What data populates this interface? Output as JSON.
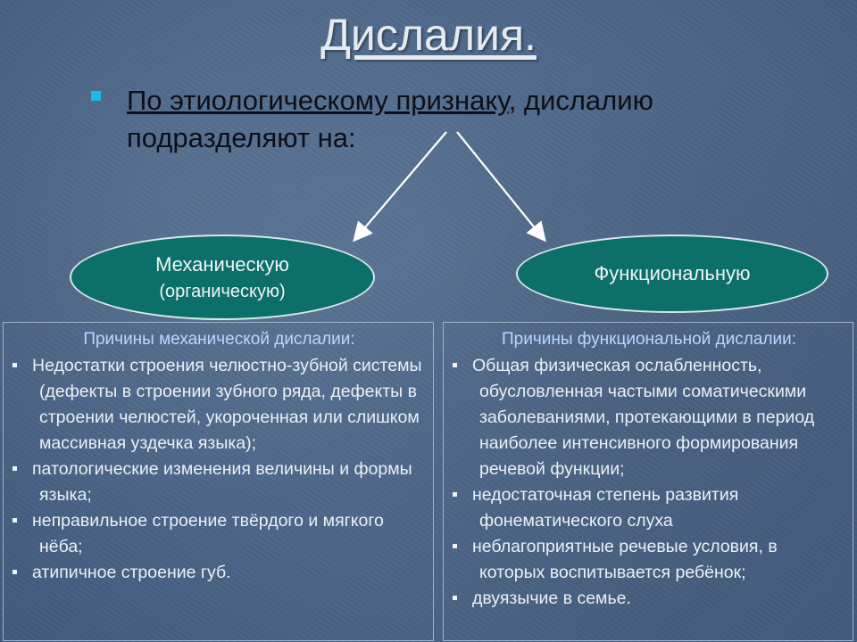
{
  "slide": {
    "title": "Дислалия.",
    "subtitle_underlined": "По этиологическому признаку",
    "subtitle_rest": ", дислалию",
    "subtitle_line2": "подразделяют на:"
  },
  "ellipses": {
    "left": {
      "main": "Механическую",
      "sub": "(органическую)"
    },
    "right": {
      "main": "Функциональную"
    }
  },
  "panels": {
    "left": {
      "title": "Причины механической дислалии:",
      "items": [
        "Недостатки строения челюстно-зубной системы (дефекты в строении зубного ряда, дефекты в строении челюстей, укороченная или слишком массивная уздечка языка);",
        "патологические изменения величины и формы языка;",
        "неправильное строение твёрдого и мягкого нёба;",
        "атипичное строение губ."
      ]
    },
    "right": {
      "title": "Причины функциональной дислалии:",
      "items": [
        "Общая физическая ослабленность, обусловленная частыми соматическими заболеваниями, протекающими в период наиболее интенсивного формирования речевой функции;",
        "недостаточная степень развития фонематического слуха",
        "неблагоприятные речевые условия, в которых воспитывается ребёнок;",
        "двуязычие в семье."
      ]
    }
  },
  "colors": {
    "background": "#4d6688",
    "ellipse_fill": "#0d6f6a",
    "panel_title": "#b9d8ff",
    "bullet_accent": "#1fb8e8"
  }
}
